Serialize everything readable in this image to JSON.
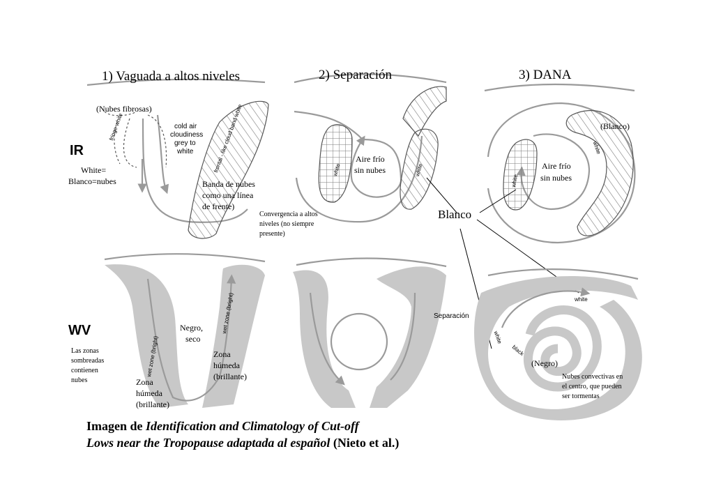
{
  "panels": {
    "p1_title": "1) Vaguada a altos niveles",
    "p2_title": "2) Separación",
    "p3_title": "3) DANA"
  },
  "rows": {
    "ir": "IR",
    "wv": "WV"
  },
  "ir": {
    "white_line1": "White=",
    "white_line2": "Blanco=nubes",
    "nubes_fibrosas": "(Nubes fibrosas)",
    "fringe_white": "fringe white",
    "cold_air_1": "cold air",
    "cold_air_2": "cloudiness",
    "cold_air_3": "grey to",
    "cold_air_4": "white",
    "frontal_band": "frontal - like cloud band white",
    "banda_1": "Banda de nubes",
    "banda_2": "como una línea",
    "banda_3": "de frente)",
    "aire_frio_1": "Aire frío",
    "aire_frio_2": "sin nubes",
    "white_small": "white",
    "convergencia_1": "Convergencia a altos",
    "convergencia_2": "niveles (no siempre",
    "convergencia_3": "presente)",
    "blanco": "Blanco",
    "blanco_paren": "(Blanco)"
  },
  "wv": {
    "desc_1": "Las zonas",
    "desc_2": "sombreadas",
    "desc_3": "contienen",
    "desc_4": "nubes",
    "wet_zone": "wet zone (bright)",
    "negro_1": "Negro,",
    "negro_2": "seco",
    "zona_1": "Zona",
    "zona_2": "húmeda",
    "zona_3": "(brillante)",
    "separacion": "Separación",
    "white": "white",
    "black": "black",
    "negro_paren": "(Negro)",
    "conv_1": "Nubes convectivas en",
    "conv_2": "el centro, que pueden",
    "conv_3": "ser tormentas"
  },
  "caption": {
    "part1": "Imagen de ",
    "italic1": "Identification and Climatology of Cut-off",
    "italic2": "Lows near the Tropopause adaptada al español",
    "part2": " (Nieto et al.)"
  },
  "colors": {
    "line": "#9a9a9a",
    "shade": "#c8c8c8",
    "ink": "#000000"
  }
}
